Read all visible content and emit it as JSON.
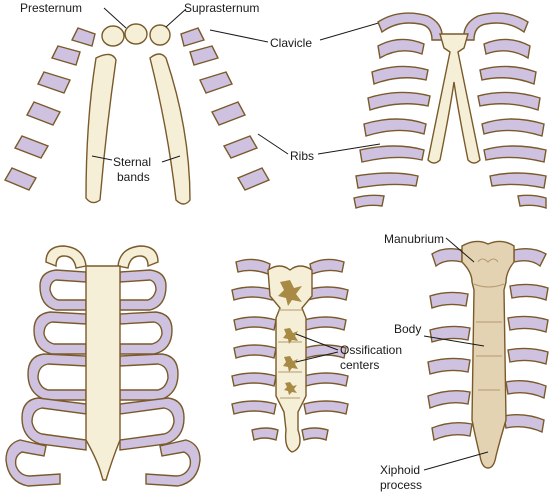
{
  "labels": {
    "presternum": "Presternum",
    "suprasternum": "Suprasternum",
    "clavicle": "Clavicle",
    "sternal_bands_1": "Sternal",
    "sternal_bands_2": "bands",
    "ribs": "Ribs",
    "manubrium": "Manubrium",
    "body": "Body",
    "ossification_1": "Ossification",
    "ossification_2": "centers",
    "xiphoid_1": "Xiphoid",
    "xiphoid_2": "process"
  },
  "colors": {
    "rib_fill": "#cfc2e0",
    "cartilage_fill": "#f6efd8",
    "sternum_fill": "#e3d3b2",
    "outline": "#7a5a2a",
    "ossification": "#a88a45"
  }
}
